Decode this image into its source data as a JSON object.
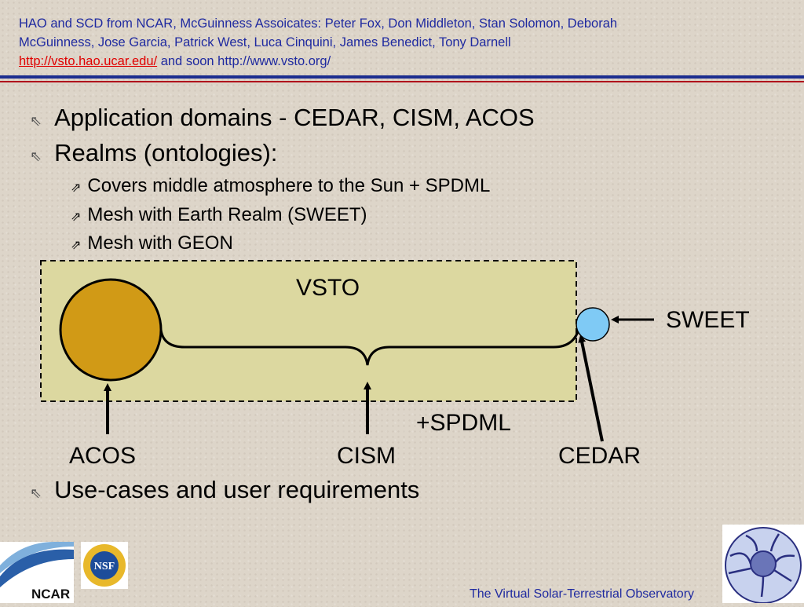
{
  "header": {
    "line1": "HAO and SCD from NCAR, McGuinness Assoicates: Peter Fox, Don Middleton, Stan Solomon, Deborah",
    "line2": "McGuinness, Jose Garcia, Patrick West, Luca Cinquini, James Benedict, Tony Darnell",
    "link_text": "http://vsto.hao.ucar.edu/",
    "line3_suffix": " and soon http://www.vsto.org/"
  },
  "bullets": [
    "Application domains - CEDAR, CISM, ACOS",
    "Realms (ontologies):"
  ],
  "sub_bullets": [
    "Covers middle atmosphere to the Sun + SPDML",
    "Mesh with Earth Realm (SWEET)",
    "Mesh with GEON"
  ],
  "diagram": {
    "box_label": "VSTO",
    "sweet_label": "SWEET",
    "spdml_label": "+SPDML",
    "acos_label": "ACOS",
    "cism_label": "CISM",
    "cedar_label": "CEDAR",
    "colors": {
      "box_fill": "#dcd8a0",
      "big_circle": "#d19a16",
      "small_circle": "#7fcaf5"
    }
  },
  "final_bullet": "Use-cases and user requirements",
  "footer": {
    "title": "The Virtual Solar-Terrestrial Observatory",
    "ncar_logo_text": "NCAR",
    "nsf_logo_text": "NSF"
  },
  "icons": {
    "bullet_l1": "arrow-up-left-icon",
    "bullet_l2": "arrow-up-right-icon"
  }
}
